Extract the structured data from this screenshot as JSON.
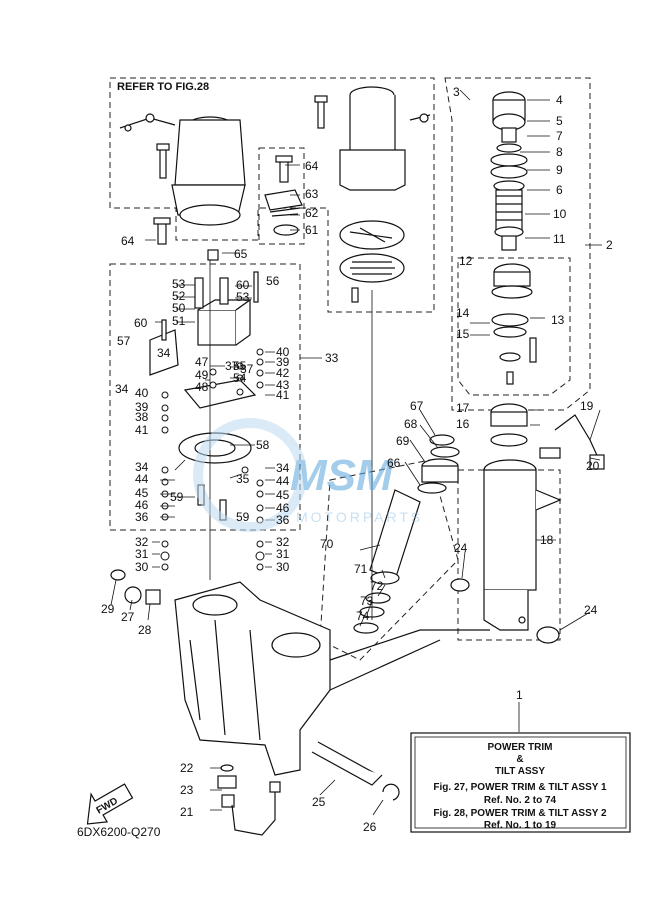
{
  "refer_label": "REFER TO FIG.28",
  "diagram_code": "6DX6200-Q270",
  "fwd_label": "FWD",
  "watermark": {
    "brand": "MSM",
    "sub": "MOTORPARTS",
    "color": "#3c8fd0"
  },
  "info_box": {
    "title1": "POWER TRIM",
    "title2": "&",
    "title3": "TILT ASSY",
    "line1": "Fig. 27, POWER TRIM & TILT ASSY 1",
    "line2": "Ref. No. 2 to 74",
    "line3": "Fig. 28, POWER TRIM & TILT ASSY 2",
    "line4": "Ref. No. 1 to 19"
  },
  "callouts": [
    "4",
    "5",
    "7",
    "8",
    "9",
    "6",
    "10",
    "11",
    "2",
    "3",
    "12",
    "13",
    "14",
    "15",
    "17",
    "16",
    "19",
    "20",
    "18",
    "24",
    "24",
    "64",
    "63",
    "62",
    "61",
    "64",
    "65",
    "53",
    "52",
    "50",
    "51",
    "60",
    "53",
    "56",
    "60",
    "57",
    "34",
    "40",
    "39",
    "42",
    "43",
    "37",
    "41",
    "33",
    "47",
    "49",
    "48",
    "37",
    "55",
    "54",
    "34",
    "40",
    "39",
    "38",
    "41",
    "58",
    "34",
    "44",
    "45",
    "46",
    "36",
    "59",
    "35",
    "34",
    "44",
    "45",
    "46",
    "59",
    "36",
    "32",
    "31",
    "30",
    "32",
    "31",
    "30",
    "29",
    "27",
    "28",
    "67",
    "68",
    "69",
    "66",
    "70",
    "71",
    "72",
    "73",
    "74",
    "1",
    "22",
    "23",
    "21",
    "25",
    "26"
  ]
}
